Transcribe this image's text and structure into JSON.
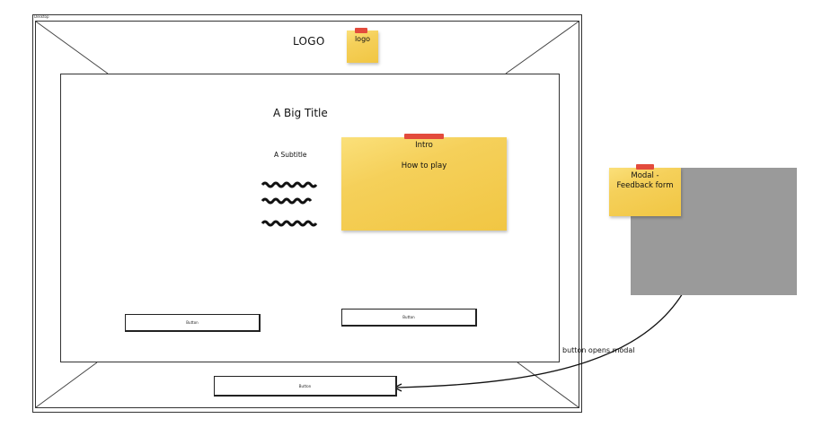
{
  "frame": {
    "label": "Desktop"
  },
  "header": {
    "logo_text": "LOGO"
  },
  "content": {
    "title": "A Big Title",
    "subtitle": "A Subtitle"
  },
  "notes": {
    "logo": "logo",
    "intro_title": "Intro",
    "intro_body": "How to play",
    "modal_line1": "Modal -",
    "modal_line2": "Feedback form"
  },
  "buttons": {
    "left_label": "Button",
    "right_label": "Button",
    "bottom_label": "Button"
  },
  "annotation": {
    "text": "button opens modal"
  },
  "colors": {
    "sticky": "#f5d05a",
    "tape": "#e34b3c",
    "modal": "#9a9a9a"
  }
}
